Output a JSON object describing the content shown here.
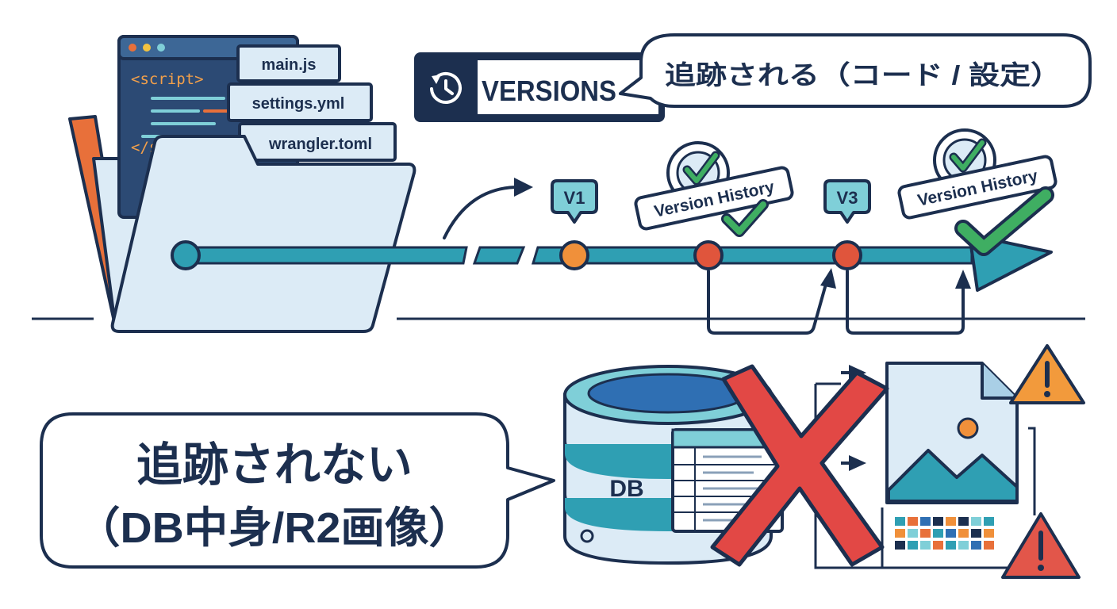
{
  "code_window": {
    "tag_open": "<script>",
    "tag_close_partial": "</s"
  },
  "files": [
    "main.js",
    "settings.yml",
    "wrangler.toml"
  ],
  "versions_banner": {
    "label": "VERSIONS",
    "icon": "history-clock-icon"
  },
  "tracked_bubble": {
    "text": "追跡される（コード / 設定）"
  },
  "timeline": {
    "labels": [
      "V1",
      "V3"
    ],
    "badges": [
      "Version History",
      "Version History"
    ]
  },
  "untracked_bubble": {
    "line1": "追跡されない",
    "line2": "（DB中身/R2画像）"
  },
  "database": {
    "label": "DB"
  },
  "colors": {
    "navy": "#1c2f4f",
    "teal": "#2f9fb3",
    "teal_light": "#7fcfd8",
    "orange": "#e8703a",
    "node_orange": "#f0903a",
    "node_red": "#e0553c",
    "green": "#3fae62",
    "red_x": "#e24845",
    "warning_orange": "#f29a3c",
    "warning_red": "#e2564a",
    "folder_fill": "#dcebf6",
    "code_bg": "#2c4a74"
  }
}
